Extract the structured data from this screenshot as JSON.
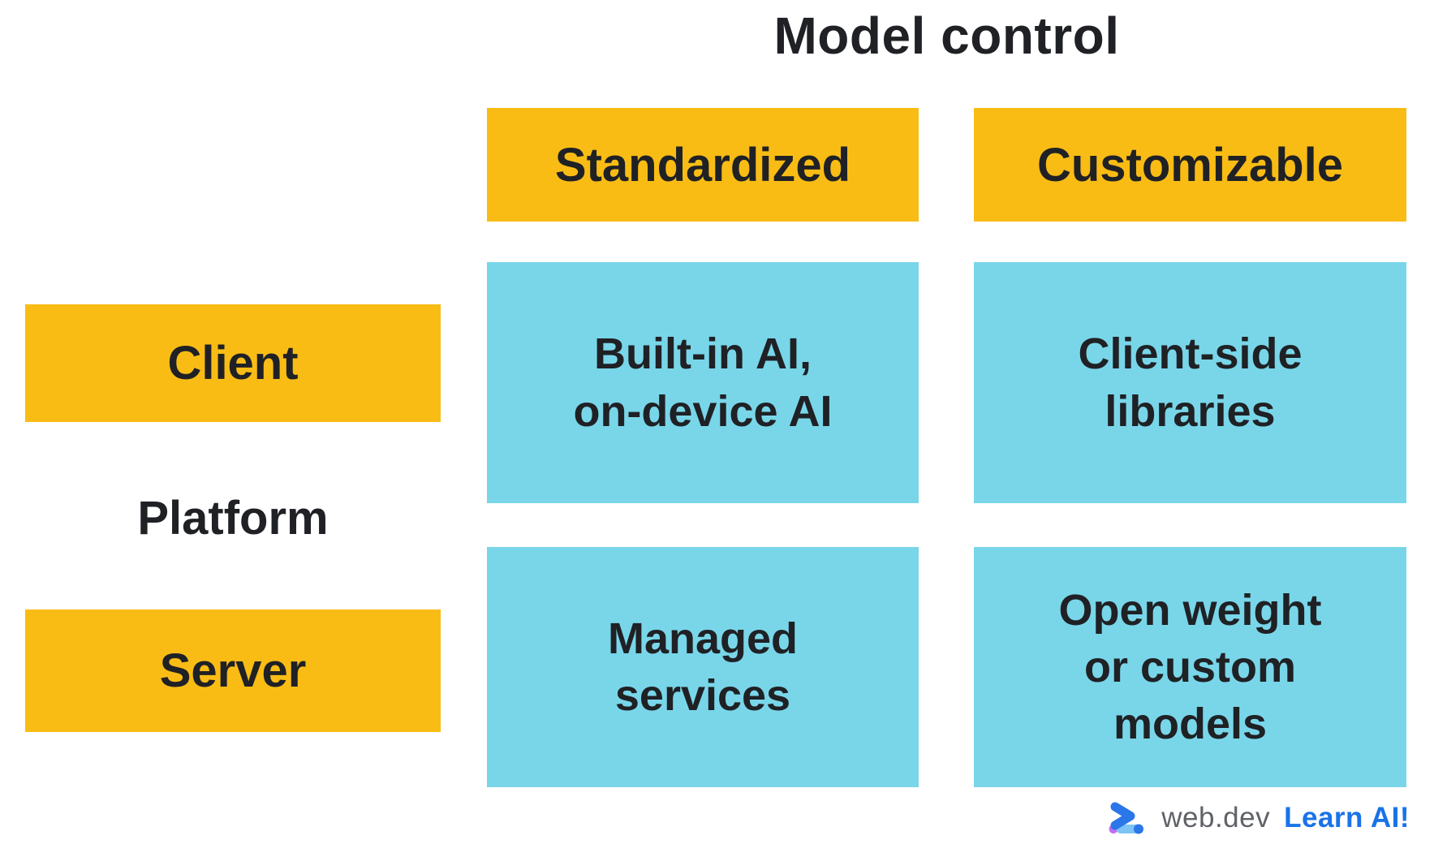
{
  "diagram": {
    "title": "Model control",
    "columns": [
      {
        "id": "standardized",
        "label": "Standardized"
      },
      {
        "id": "customizable",
        "label": "Customizable"
      }
    ],
    "row_axis_label": "Platform",
    "rows": [
      {
        "id": "client",
        "label": "Client"
      },
      {
        "id": "server",
        "label": "Server"
      }
    ],
    "cells": [
      {
        "row": "Client",
        "column": "Standardized",
        "label": "Built-in AI,\non-device AI"
      },
      {
        "row": "Client",
        "column": "Customizable",
        "label": "Client-side\nlibraries"
      },
      {
        "row": "Server",
        "column": "Standardized",
        "label": "Managed\nservices"
      },
      {
        "row": "Server",
        "column": "Customizable",
        "label": "Open weight\nor custom\nmodels"
      }
    ]
  },
  "footer": {
    "logo": "web-dev-logo-icon",
    "brand": "web.dev",
    "cta": "Learn AI!"
  },
  "colors": {
    "header_yellow": "#F9BC15",
    "cell_cyan": "#79D6E9",
    "text_dark": "#1F2125",
    "brand_gray": "#5F6368",
    "cta_blue": "#1A73E8",
    "logo_chevron_blue": "#2B76E8",
    "logo_accent_purple": "#C26CEF",
    "logo_bar_light_blue": "#7EC3F6"
  }
}
